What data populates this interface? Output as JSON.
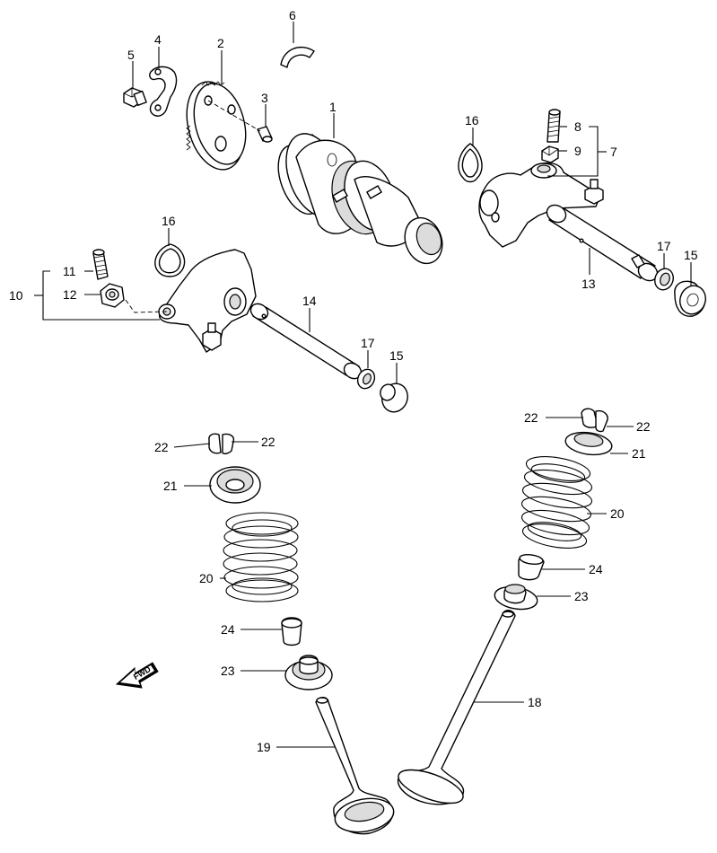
{
  "callouts": {
    "p1": "1",
    "p2": "2",
    "p3": "3",
    "p4": "4",
    "p5": "5",
    "p6": "6",
    "p7": "7",
    "p8": "8",
    "p9": "9",
    "p10": "10",
    "p11": "11",
    "p12": "12",
    "p13": "13",
    "p14": "14",
    "p15a": "15",
    "p15b": "15",
    "p16a": "16",
    "p16b": "16",
    "p17a": "17",
    "p17b": "17",
    "p18": "18",
    "p19": "19",
    "p20a": "20",
    "p20b": "20",
    "p21a": "21",
    "p21b": "21",
    "p22a": "22",
    "p22b": "22",
    "p22c": "22",
    "p22d": "22",
    "p23a": "23",
    "p23b": "23",
    "p24a": "24",
    "p24b": "24"
  },
  "fwd_arrow_text": "FWD"
}
